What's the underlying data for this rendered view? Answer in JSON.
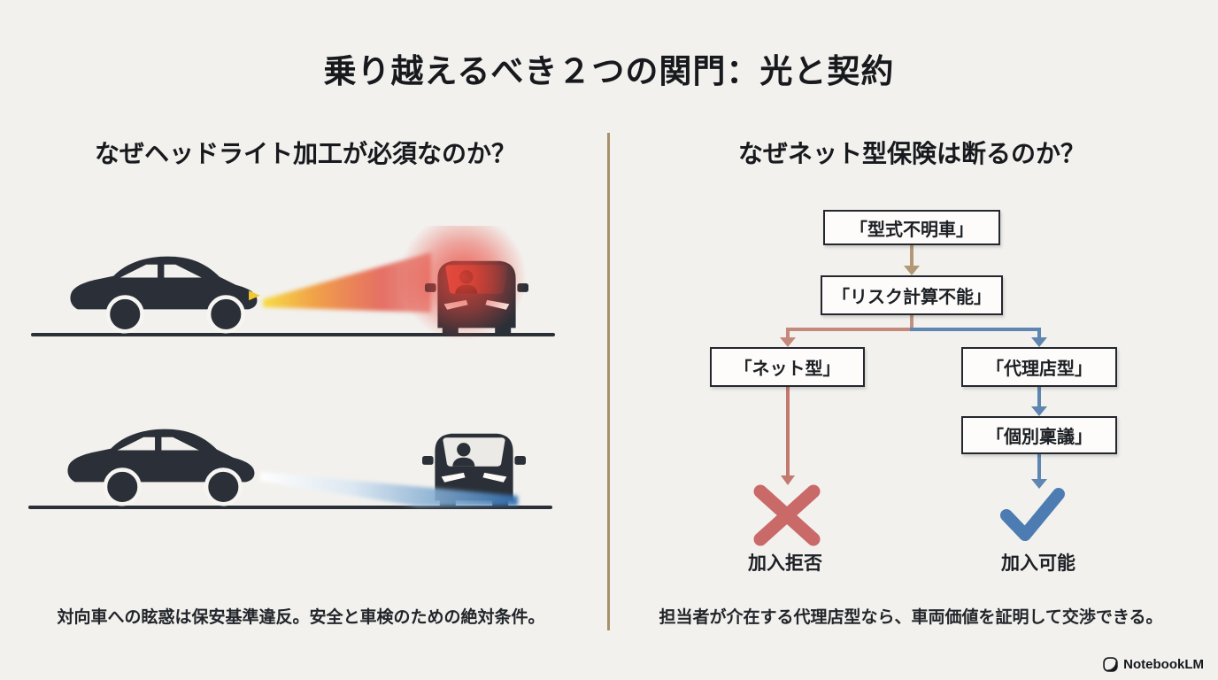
{
  "title": "乗り越えるべき２つの関門：光と契約",
  "left_panel": {
    "heading": "なぜヘッドライト加工が必須なのか？",
    "caption": "対向車への眩惑は保安基準違反。安全と車検のための絶対条件。",
    "scenes": [
      {
        "name": "glare-scene",
        "beam_colors": [
          "#f6d93f",
          "#ef8a3a",
          "#e1473f"
        ]
      },
      {
        "name": "proper-beam-scene",
        "beam_colors": [
          "#ffffff",
          "#7fa9cf",
          "#2f6cae"
        ]
      }
    ]
  },
  "right_panel": {
    "heading": "なぜネット型保険は断るのか？",
    "flowchart": {
      "nodes": [
        {
          "id": "unknown-model",
          "label": "「型式不明車」"
        },
        {
          "id": "risk-incalculable",
          "label": "「リスク計算不能」"
        },
        {
          "id": "net-type",
          "label": "「ネット型」"
        },
        {
          "id": "agency-type",
          "label": "「代理店型」"
        },
        {
          "id": "individual-approval",
          "label": "「個別稟議」"
        }
      ],
      "outcomes": [
        {
          "id": "rejected",
          "label": "加入拒否",
          "mark": "cross-mark",
          "color": "#c96968"
        },
        {
          "id": "accepted",
          "label": "加入可能",
          "mark": "check-mark",
          "color": "#4d7cb3"
        }
      ]
    },
    "caption": "担当者が介在する代理店型なら、車両価値を証明して交渉できる。"
  },
  "footer": {
    "brand": "NotebookLM"
  },
  "colors": {
    "background": "#f2f1ee",
    "car_silhouette": "#2b3038",
    "divider": "#a8906d",
    "tan_arrow": "#b29877",
    "salmon_arrow": "#c4897a",
    "blue_arrow": "#5e86b0",
    "cross": "#c96968",
    "check": "#4d7cb3"
  }
}
